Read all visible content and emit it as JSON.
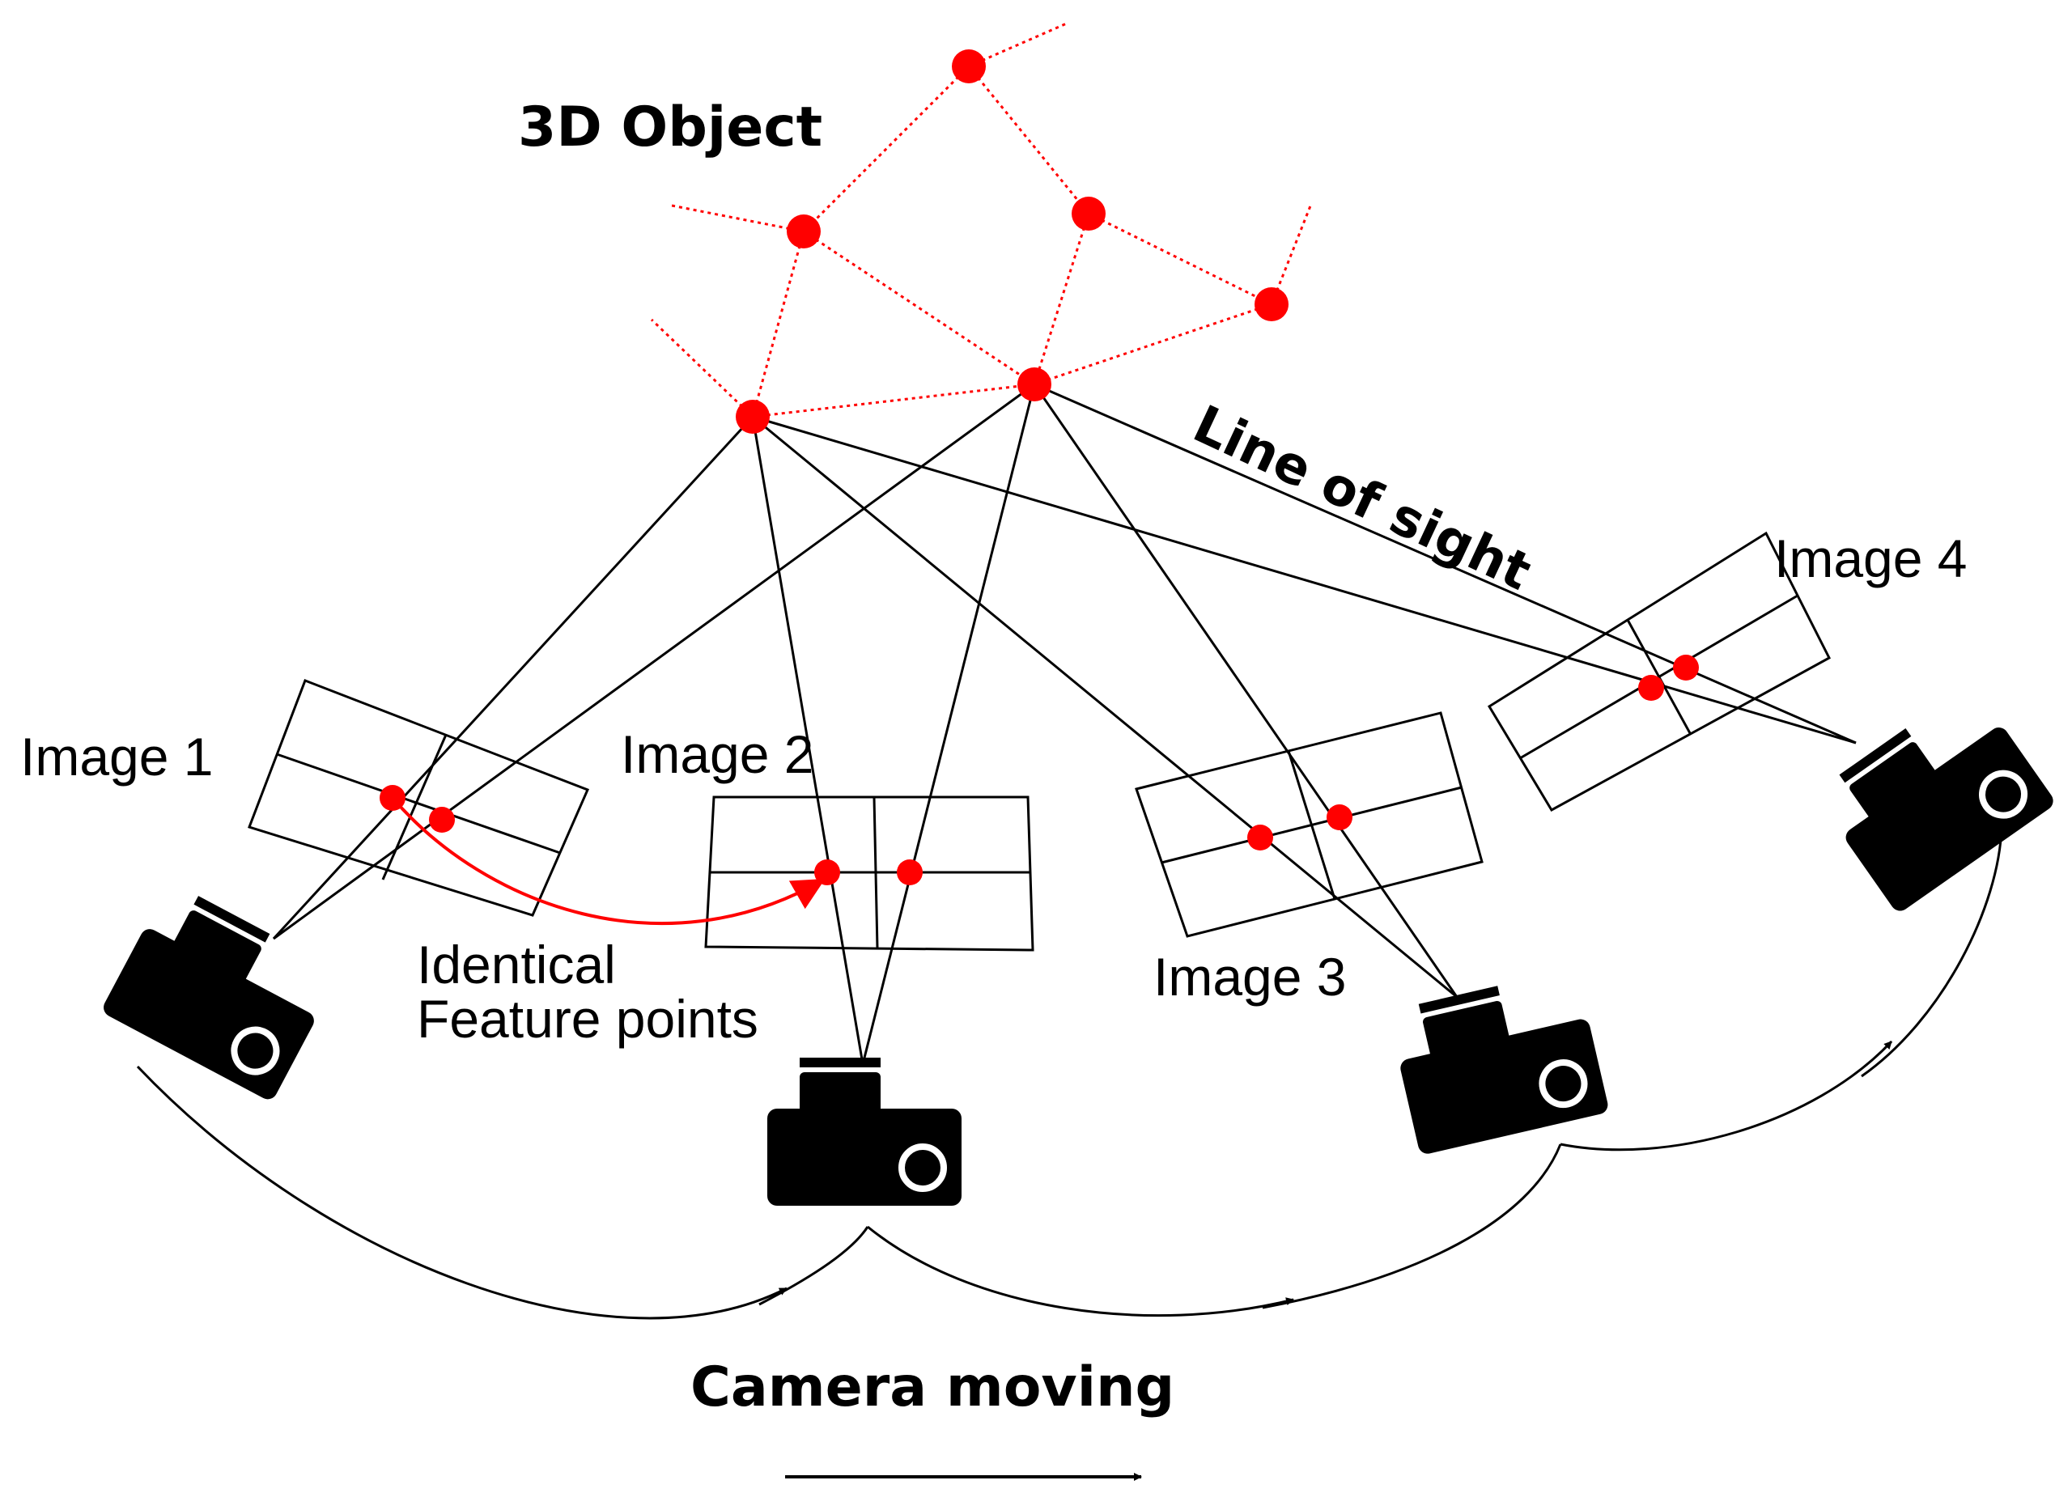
{
  "labels": {
    "object": "3D Object",
    "line_of_sight": "Line of sight",
    "image1": "Image 1",
    "image2": "Image 2",
    "image3": "Image 3",
    "image4": "Image 4",
    "identical_line1": "Identical",
    "identical_line2": "Feature points",
    "camera_moving": "Camera moving"
  },
  "colors": {
    "feature": "#ff0000",
    "line": "#000000",
    "camera": "#000000"
  },
  "icons": {
    "camera": "camera-icon",
    "arrow": "arrowhead-icon"
  }
}
